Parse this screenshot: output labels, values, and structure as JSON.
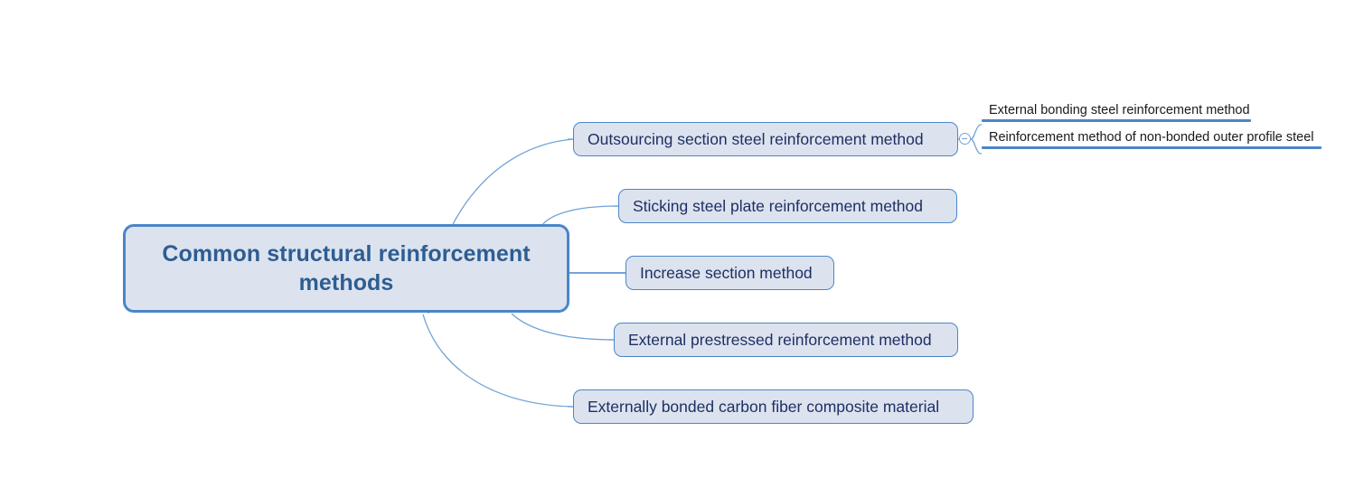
{
  "diagram": {
    "type": "mind-map",
    "background_color": "#ffffff",
    "accent_color": "#4a86c8",
    "node_fill_color": "#dce3ef",
    "root_text_color": "#2e5d91",
    "branch_text_color": "#1f2f63",
    "sub_text_color": "#1a1a1a",
    "root": {
      "label": "Common structural reinforcement methods"
    },
    "branches": [
      {
        "label": "Outsourcing section steel reinforcement method",
        "toggle": {
          "icon": "collapse-minus-icon",
          "state": "expanded"
        },
        "children": [
          {
            "label": "External bonding steel reinforcement method"
          },
          {
            "label": "Reinforcement method of non-bonded outer profile steel"
          }
        ]
      },
      {
        "label": "Sticking steel plate reinforcement method",
        "children": []
      },
      {
        "label": "Increase section method",
        "children": []
      },
      {
        "label": "External prestressed reinforcement method",
        "children": []
      },
      {
        "label": "Externally bonded carbon fiber composite material",
        "children": []
      }
    ]
  }
}
